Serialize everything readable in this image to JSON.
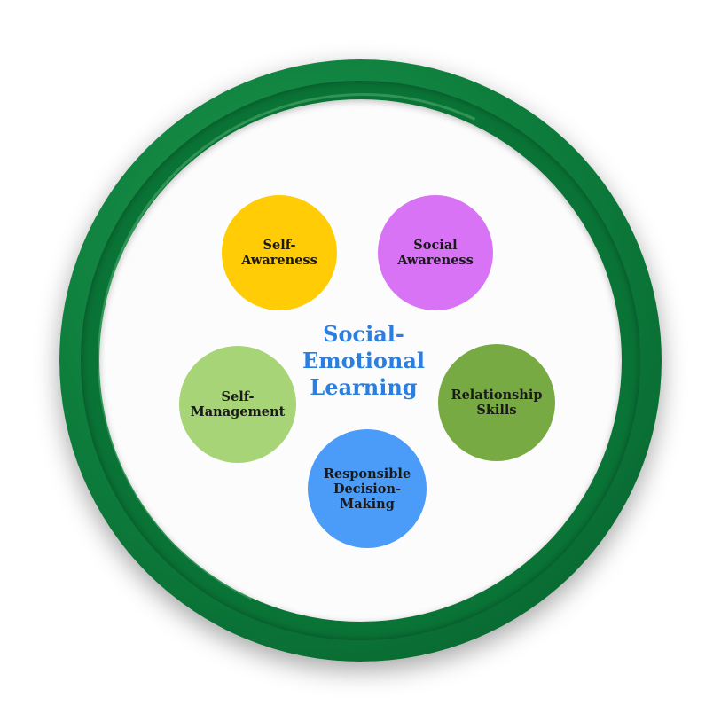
{
  "title": {
    "text": "Social-\nEmotional\nLearning",
    "color": "#2b7fe0"
  },
  "nodes": [
    {
      "label": "Self-\nAwareness",
      "color": "#ffcc05"
    },
    {
      "label": "Social\nAwareness",
      "color": "#d873f5"
    },
    {
      "label": "Self-\nManagement",
      "color": "#a6d476"
    },
    {
      "label": "Relationship\nSkills",
      "color": "#78aa43"
    },
    {
      "label": "Responsible\nDecision-\nMaking",
      "color": "#4a9cf8"
    }
  ],
  "ring_color": "#0c7a3a"
}
